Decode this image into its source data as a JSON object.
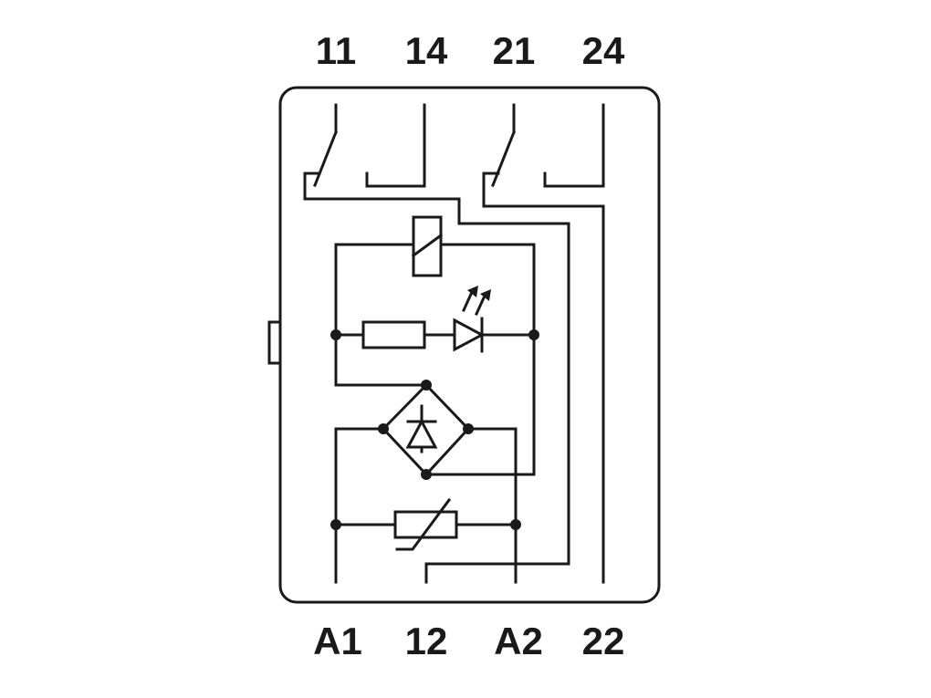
{
  "terminals": {
    "top": [
      "11",
      "14",
      "21",
      "24"
    ],
    "bottom": [
      "A1",
      "12",
      "A2",
      "22"
    ]
  },
  "colors": {
    "line": "#1a1a1a",
    "background": "#ffffff"
  },
  "components": [
    "relay-coil-icon",
    "resistor-icon",
    "led-icon",
    "bridge-rectifier-icon",
    "varistor-icon",
    "changeover-contact-icon"
  ]
}
